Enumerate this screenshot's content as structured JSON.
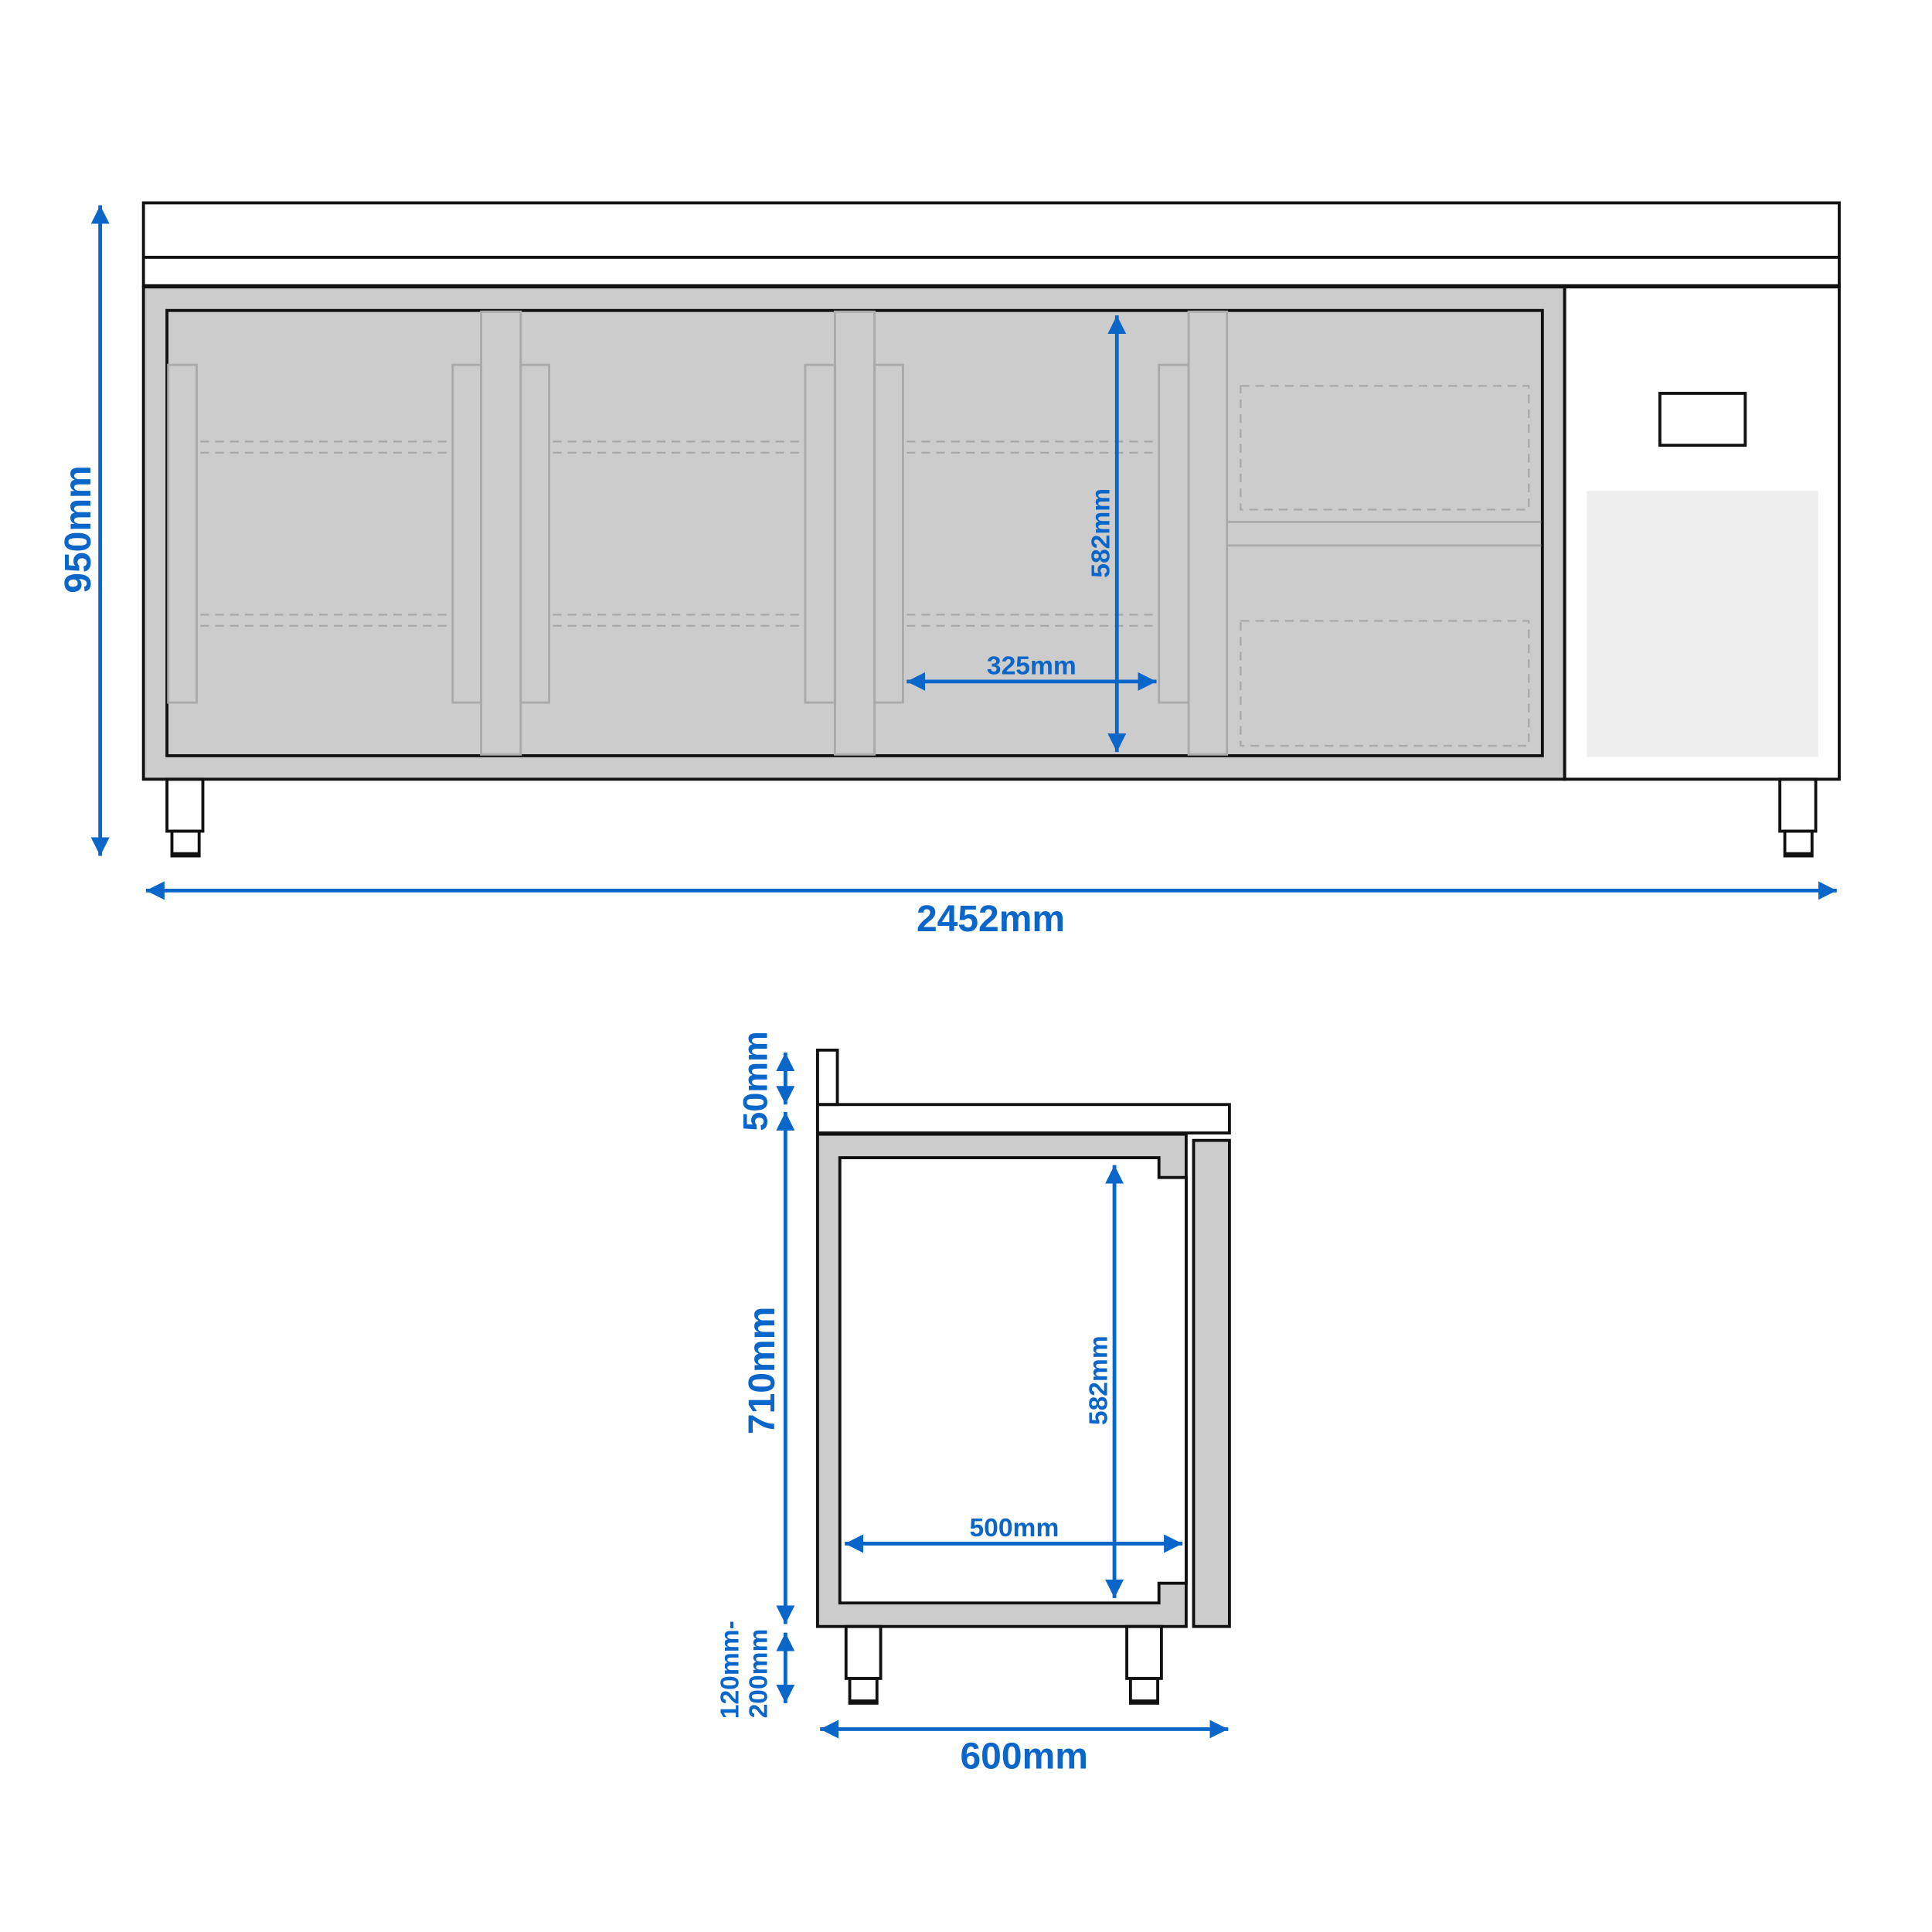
{
  "colors": {
    "dimension": "#0b66c9",
    "outline": "#111111",
    "panel_gray": "#cccccc",
    "inner_line": "#aaaaaa"
  },
  "front_view": {
    "height_label": "950mm",
    "width_label": "2452mm",
    "inner_height_label": "582mm",
    "shelf_width_label": "325mm"
  },
  "side_view": {
    "backsplash_label": "50mm",
    "body_height_label": "710mm",
    "leg_height_label_line1": "120mm-",
    "leg_height_label_line2": "200mm",
    "inner_height_label": "582mm",
    "inner_depth_label": "500mm",
    "depth_label": "600mm"
  }
}
